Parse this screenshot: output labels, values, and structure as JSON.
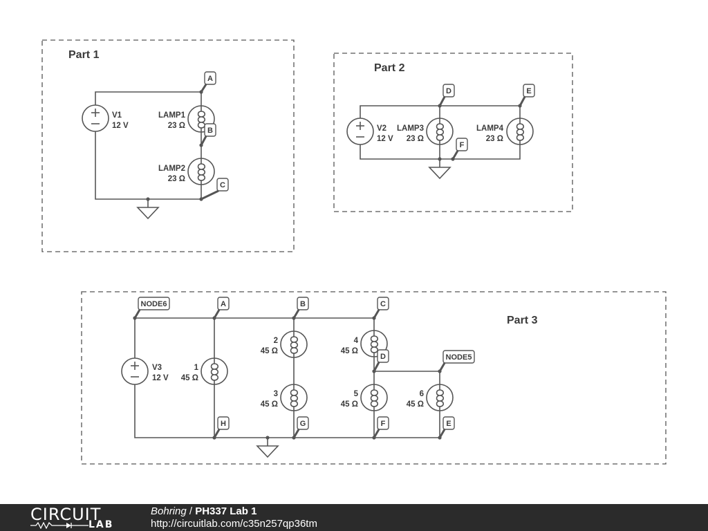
{
  "parts": [
    {
      "title": "Part 1",
      "sources": [
        {
          "name": "V1",
          "value": "12 V"
        }
      ],
      "lamps": [
        {
          "name": "LAMP1",
          "value": "23 Ω"
        },
        {
          "name": "LAMP2",
          "value": "23 Ω"
        }
      ],
      "nodes": [
        "A",
        "B",
        "C"
      ]
    },
    {
      "title": "Part 2",
      "sources": [
        {
          "name": "V2",
          "value": "12 V"
        }
      ],
      "lamps": [
        {
          "name": "LAMP3",
          "value": "23 Ω"
        },
        {
          "name": "LAMP4",
          "value": "23 Ω"
        }
      ],
      "nodes": [
        "D",
        "E",
        "F"
      ]
    },
    {
      "title": "Part 3",
      "sources": [
        {
          "name": "V3",
          "value": "12 V"
        }
      ],
      "lamps": [
        {
          "name": "1",
          "value": "45 Ω"
        },
        {
          "name": "2",
          "value": "45 Ω"
        },
        {
          "name": "3",
          "value": "45 Ω"
        },
        {
          "name": "4",
          "value": "45 Ω"
        },
        {
          "name": "5",
          "value": "45 Ω"
        },
        {
          "name": "6",
          "value": "45 Ω"
        }
      ],
      "nodes": [
        "NODE6",
        "A",
        "B",
        "C",
        "D",
        "NODE5",
        "H",
        "G",
        "F",
        "E"
      ]
    }
  ],
  "footer": {
    "logo_top": "CIRCUIT",
    "logo_bottom": "LAB",
    "author": "Bohring",
    "separator": " / ",
    "title": "PH337 Lab 1",
    "url": "http://circuitlab.com/c35n257qp36tm"
  }
}
